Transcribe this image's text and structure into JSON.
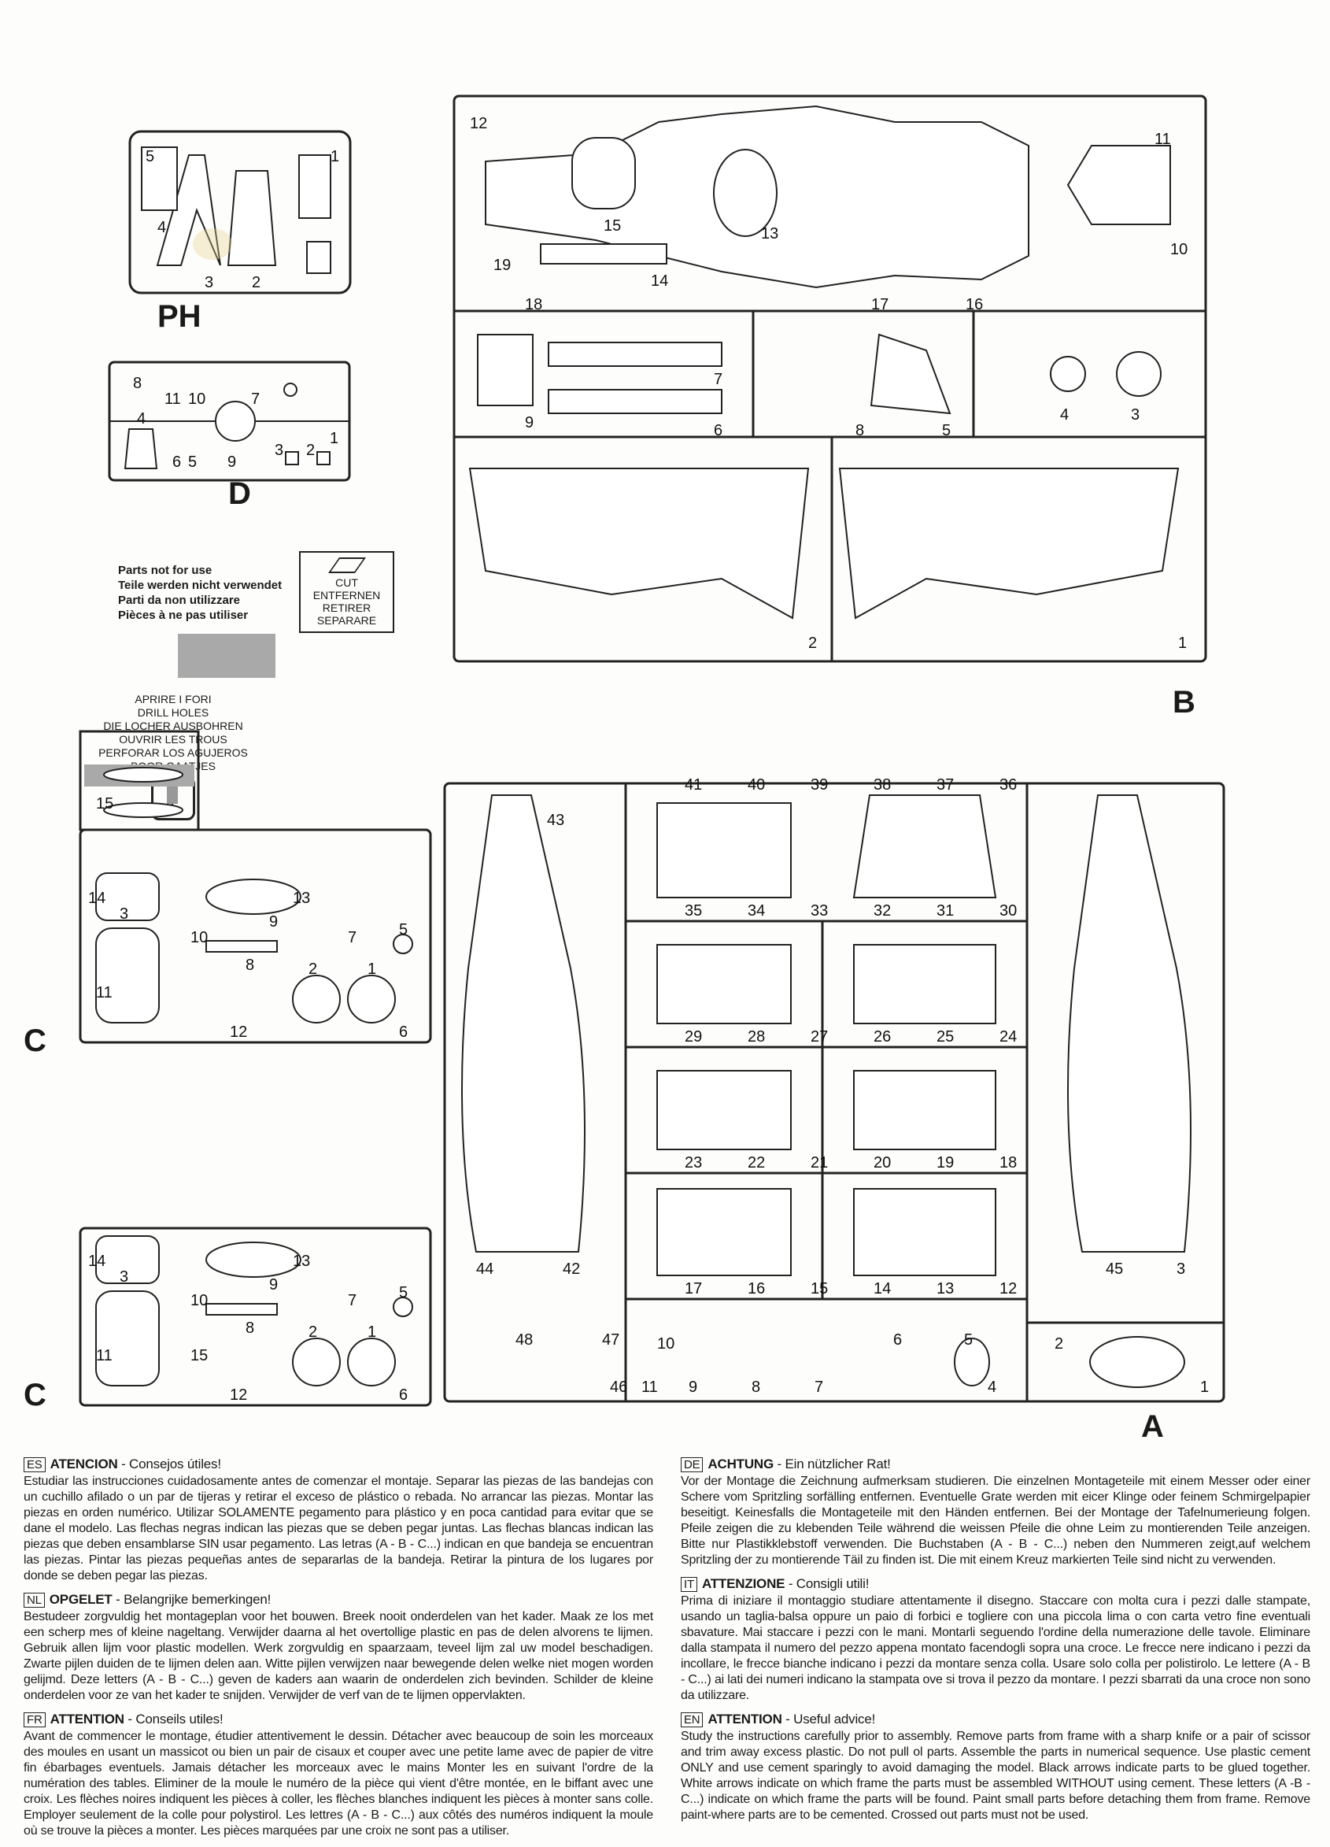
{
  "instructions": {
    "en": {
      "lang": "EN",
      "title": "ATTENTION",
      "subtitle": " - Useful advice!",
      "text": "Study the instructions carefully prior to assembly. Remove parts from frame with a sharp knife or a pair of scissor and trim away excess plastic. Do not pull ol parts. Assemble the parts in numerical sequence. Use plastic cement ONLY and use cement sparingly to avoid damaging the model. Black arrows indicate parts to be glued together. White arrows indicate on which frame the parts must be assembled WITHOUT using cement. These letters (A -B - C...) indicate on which frame the parts will be found. Paint small parts before detaching them from frame. Remove paint-where parts are to be cemented. Crossed out parts must not be used."
    },
    "it": {
      "lang": "IT",
      "title": "ATTENZIONE",
      "subtitle": " - Consigli utili!",
      "text": "Prima di iniziare il montaggio studiare attentamente il disegno. Staccare con molta cura i pezzi dalle stampate, usando un taglia-balsa oppure un paio di forbici e togliere con una piccola lima o con carta vetro fine eventuali sbavature. Mai staccare i pezzi con le mani. Montarli seguendo l'ordine della numerazione delle tavole. Eliminare dalla stampata il numero del pezzo appena montato facendogli sopra una croce. Le frecce nere indicano i pezzi da incollare, le frecce bianche indicano i pezzi da montare senza colla. Usare solo colla per polistirolo. Le lettere (A - B - C...) ai lati dei numeri indicano la stampata ove si trova il pezzo da montare. I pezzi sbarrati da una croce non sono da utilizzare."
    },
    "de": {
      "lang": "DE",
      "title": "ACHTUNG",
      "subtitle": " - Ein nützlicher Rat!",
      "text": "Vor der Montage die Zeichnung aufmerksam studieren. Die einzelnen Montageteile mit einem Messer oder einer Schere vom Spritzling sorfälling entfernen. Eventuelle Grate werden mit eicer Klinge oder feinem Schmirgelpapier beseitigt. Keinesfalls die Montageteile mit den Händen entfernen. Bei der Montage der Tafelnumerieung folgen. Pfeile zeigen die zu klebenden Teile während die weissen Pfeile die ohne Leim zu montierenden Teile anzeigen. Bitte nur Plastikklebstoff verwenden. Die Buchstaben (A - B - C...) neben den Nummeren zeigt,auf welchem Spritzling der zu montierende Täil zu finden ist. Die mit einem Kreuz markierten Teile sind nicht zu verwenden."
    },
    "fr": {
      "lang": "FR",
      "title": "ATTENTION",
      "subtitle": " - Conseils utiles!",
      "text": "Avant de commencer le montage, étudier attentivement le dessin. Détacher avec beaucoup de soin les morceaux des moules en usant un massicot ou bien un pair de cisaux et couper avec une petite lame avec de papier de vitre fin ébarbages eventuels. Jamais détacher les morceaux avec le mains Monter les en suivant l'ordre de la numération des tables. Eliminer de la moule le numéro de la pièce qui vient d'être montée, en le biffant avec une croix. Les flèches noires indiquent les pièces à coller, les flèches blanches indiquent les pièces à monter sans colle. Employer seulement de la colle pour polystirol. Les lettres (A - B - C...) aux côtés des numéros indiquent la moule où se trouve la pièces a monter. Les pièces marquées par une croix ne sont pas a utiliser."
    },
    "nl": {
      "lang": "NL",
      "title": "OPGELET",
      "subtitle": " - Belangrijke bemerkingen!",
      "text": "Bestudeer zorgvuldig het montageplan voor het bouwen. Breek nooit onderdelen van het kader. Maak ze los met een scherp mes of kleine nageltang. Verwijder daarna al het overtollige plastic en pas de delen alvorens te lijmen. Gebruik allen lijm voor plastic modellen. Werk zorgvuldig en spaarzaam, teveel lijm zal uw model beschadigen. Zwarte pijlen duiden de te lijmen delen aan. Witte pijlen verwijzen naar bewegende delen welke niet mogen worden gelijmd. Deze letters (A - B - C...) geven de kaders aan waarin de onderdelen zich bevinden. Schilder de kleine onderdelen voor ze van het kader te snijden. Verwijder de verf van de te lijmen oppervlakten."
    },
    "es": {
      "lang": "ES",
      "title": "ATENCION",
      "subtitle": " - Consejos útiles!",
      "text": "Estudiar las instrucciones cuidadosamente antes de comenzar el montaje. Separar las piezas de las bandejas con un cuchillo afilado o un par de tijeras y retirar el exceso de plástico o rebada. No arrancar las piezas. Montar las piezas en orden numérico. Utilizar SOLAMENTE pegamento para plástico y en poca cantidad para evitar que se dane el modelo. Las flechas negras indican las piezas que se deben pegar juntas. Las flechas blancas indican las piezas que deben ensamblarse SIN usar pegamento. Las letras (A - B - C...) indican en que bandeja se encuentran las piezas. Pintar las piezas pequeñas antes de separarlas de la bandeja. Retirar la pintura de los lugares por donde se deben pegar las piezas."
    }
  },
  "legend": {
    "cut": [
      "CUT",
      "ENTFERNEN",
      "RETIRER",
      "SEPARARE"
    ],
    "not_for_use": [
      "Parts not for use",
      "Teile werden nicht verwendet",
      "Parti da non utilizzare",
      "Pièces à ne pas utiliser"
    ],
    "drill": [
      "APRIRE I FORI",
      "DRILL HOLES",
      "DIE LOCHER AUSBOHREN",
      "OUVRIR LES TROUS",
      "PERFORAR LOS AGUJEROS",
      "BOOR GAATJES"
    ],
    "grey_color": "#a9a9a9"
  },
  "sprues": {
    "A": {
      "label": "A",
      "parts": [
        "1",
        "2",
        "3",
        "4",
        "5",
        "6",
        "7",
        "8",
        "9",
        "10",
        "11",
        "12",
        "13",
        "14",
        "15",
        "16",
        "17",
        "18",
        "19",
        "20",
        "21",
        "22",
        "23",
        "24",
        "25",
        "26",
        "27",
        "28",
        "29",
        "30",
        "31",
        "32",
        "33",
        "34",
        "35",
        "36",
        "37",
        "38",
        "39",
        "40",
        "41",
        "42",
        "43",
        "44",
        "45",
        "46",
        "47",
        "48"
      ]
    },
    "B": {
      "label": "B",
      "parts": [
        "1",
        "2",
        "3",
        "4",
        "5",
        "6",
        "7",
        "8",
        "9",
        "10",
        "11",
        "12",
        "13",
        "14",
        "15",
        "16",
        "17",
        "18",
        "19"
      ]
    },
    "C1": {
      "label": "C",
      "parts": [
        "1",
        "2",
        "3",
        "5",
        "6",
        "7",
        "8",
        "9",
        "10",
        "11",
        "12",
        "13",
        "14",
        "15"
      ]
    },
    "C2": {
      "label": "C",
      "parts": [
        "1",
        "2",
        "3",
        "5",
        "6",
        "7",
        "8",
        "9",
        "10",
        "11",
        "12",
        "13",
        "14",
        "15"
      ]
    },
    "D": {
      "label": "D",
      "parts": [
        "1",
        "2",
        "3",
        "4",
        "5",
        "6",
        "7",
        "8",
        "9",
        "10",
        "11"
      ]
    },
    "PH": {
      "label": "PH",
      "parts": [
        "1",
        "2",
        "3",
        "4",
        "5"
      ]
    }
  }
}
